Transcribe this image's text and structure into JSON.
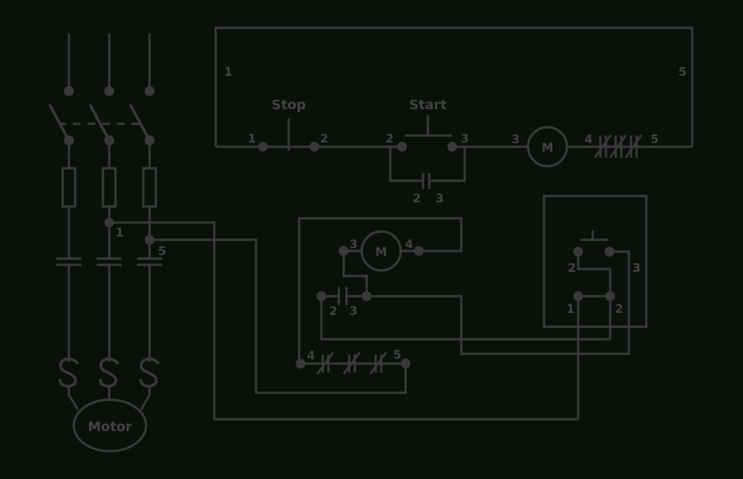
{
  "colors": {
    "background": "#0b100b",
    "stroke": "#393939",
    "text": "#424242"
  },
  "control_schematic": {
    "left_rail_label": "1",
    "right_rail_label": "5",
    "stop_button_label": "Stop",
    "start_button_label": "Start",
    "stop_terminal_1": "1",
    "stop_terminal_2": "2",
    "start_terminal_2": "2",
    "start_terminal_3": "3",
    "sealin_terminal_2": "2",
    "sealin_terminal_3": "3",
    "coil_wire_3": "3",
    "coil_label": "M",
    "coil_wire_4": "4",
    "overload_wire_5": "5"
  },
  "power_circuit": {
    "tap_wire_1": "1",
    "tap_wire_5": "5",
    "motor_label": "Motor"
  },
  "contactor_detail": {
    "coil_terminal_3": "3",
    "coil_label": "M",
    "coil_terminal_4": "4",
    "aux_terminal_2": "2",
    "aux_terminal_3": "3",
    "overload_terminal_4": "4",
    "overload_terminal_5": "5"
  },
  "pushbutton_station": {
    "start_terminal_2": "2",
    "start_terminal_3": "3",
    "stop_terminal_1": "1",
    "stop_terminal_2": "2"
  }
}
